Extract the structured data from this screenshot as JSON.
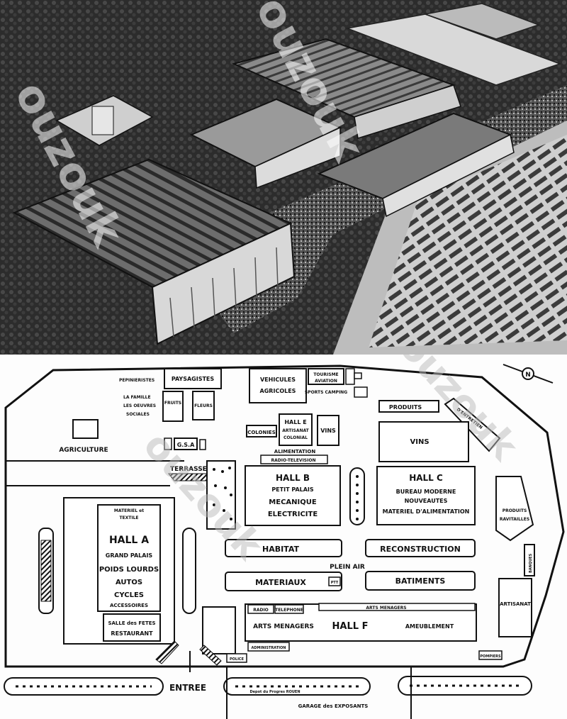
{
  "watermark": "ouzouk",
  "plan": {
    "north_marker": "N",
    "labels": {
      "paysagistes": "PAYSAGISTES",
      "vehicules": "VEHICULES",
      "agricoles": "AGRICOLES",
      "tourisme": "TOURISME",
      "aviation": "AVIATION",
      "sports_camping": "SPORTS CAMPING",
      "pepinieristes": "PEPINIERISTES",
      "la_famille": "LA FAMILLE",
      "les_oeuvres": "LES OEUVRES",
      "sociales": "SOCIALES",
      "fruits": "FRUITS",
      "fleurs": "FLEURS",
      "agriculture": "AGRICULTURE",
      "gsa": "G.S.A",
      "colonies": "COLONIES",
      "hall_e": "HALL E",
      "artisanat_colonial_1": "ARTISANAT",
      "artisanat_colonial_2": "COLONIAL",
      "vins_small": "VINS",
      "produits": "PRODUITS",
      "d_entretien": "D'ENTRETIEN",
      "vins_large": "VINS",
      "alimentation": "ALIMENTATION",
      "radio_television": "RADIO-TELEVISION",
      "terrasse_h": "TERRASSE H",
      "hall_b": "HALL B",
      "petit_palais": "PETIT PALAIS",
      "mecanique": "MECANIQUE",
      "electricite": "ELECTRICITE",
      "hall_c": "HALL C",
      "bureau_moderne": "BUREAU MODERNE",
      "nouveautes": "NOUVEAUTES",
      "materiel_alimentation": "MATERIEL D'ALIMENTATION",
      "produits_ravitailles_1": "PRODUITS",
      "produits_ravitailles_2": "RAVITAILLES",
      "materiel_textile_1": "MATERIEL et",
      "materiel_textile_2": "TEXTILE",
      "hall_a": "HALL A",
      "grand_palais": "GRAND PALAIS",
      "poids_lourds": "POIDS LOURDS",
      "autos": "AUTOS",
      "cycles": "CYCLES",
      "accessoires": "ACCESSOIRES",
      "salle_fetes": "SALLE des FETES",
      "restaurant": "RESTAURANT",
      "habitat": "HABITAT",
      "reconstruction": "RECONSTRUCTION",
      "plein_air": "PLEIN AIR",
      "materiaux": "MATERIAUX",
      "ptt": "PTT",
      "batiments": "BATIMENTS",
      "banques": "BANQUES",
      "artisanat": "ARTISANAT",
      "radio": "RADIO",
      "telephone": "TELEPHONE",
      "arts_menagers_top": "ARTS MENAGERS",
      "arts_menagers": "ARTS MENAGERS",
      "hall_f": "HALL F",
      "ameublement": "AMEUBLEMENT",
      "administration": "ADMINISTRATION",
      "police": "POLICE",
      "pompiers": "POMPIERS",
      "entree": "ENTREE",
      "depot_progres": "Depot du Progres ROUEN",
      "garage_exposants": "GARAGE des EXPOSANTS"
    }
  }
}
